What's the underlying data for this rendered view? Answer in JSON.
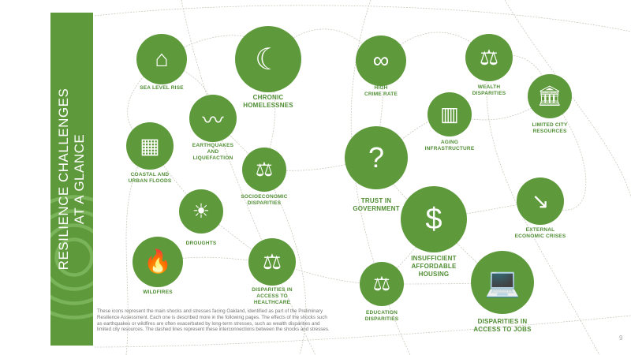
{
  "title_line1": "RESILIENCE CHALLENGES",
  "title_line2": "AT A GLANCE",
  "accent_color": "#5e9a3b",
  "nodes": [
    {
      "id": "sea-level-rise",
      "label": "SEA LEVEL RISE",
      "icon": "flooded-house-icon"
    },
    {
      "id": "chronic-homelessness",
      "label": "CHRONIC\nHOMELESSNES",
      "icon": "sleeping-person-icon"
    },
    {
      "id": "high-crime-rate",
      "label": "HIGH\nCRIME RATE",
      "icon": "handcuffs-icon"
    },
    {
      "id": "wealth-disparities",
      "label": "WEALTH\nDISPARITIES",
      "icon": "scale-money-icon"
    },
    {
      "id": "limited-city-resources",
      "label": "LIMITED CITY\nRESOURCES",
      "icon": "city-hall-dollar-icon"
    },
    {
      "id": "earthquakes",
      "label": "EARTHQUAKES\nAND\nLIQUEFACTION",
      "icon": "seismograph-icon"
    },
    {
      "id": "aging-infrastructure",
      "label": "AGING\nINFRASTRUCTURE",
      "icon": "buildings-clock-icon"
    },
    {
      "id": "coastal-floods",
      "label": "COASTAL AND\nURBAN FLOODS",
      "icon": "flooded-building-icon"
    },
    {
      "id": "socioeconomic-disparities",
      "label": "SOCIOECONOMIC\nDISPARITIES",
      "icon": "scale-icon"
    },
    {
      "id": "trust-in-government",
      "label": "TRUST IN\nGOVERNMENT",
      "icon": "capitol-question-icon"
    },
    {
      "id": "external-economic-crises",
      "label": "EXTERNAL\nECONOMIC CRISES",
      "icon": "falling-chart-icon"
    },
    {
      "id": "droughts",
      "label": "DROUGHTS",
      "icon": "sun-dead-tree-icon"
    },
    {
      "id": "insufficient-housing",
      "label": "INSUFFICIENT\nAFFORDABLE\nHOUSING",
      "icon": "house-dollar-icon"
    },
    {
      "id": "wildfires",
      "label": "WILDFIRES",
      "icon": "flame-icon"
    },
    {
      "id": "healthcare-disparities",
      "label": "DISPARITIES IN\nACCESS TO\nHEALTHCARE",
      "icon": "scale-medical-icon"
    },
    {
      "id": "education-disparities",
      "label": "EDUCATION\nDISPARITIES",
      "icon": "scale-books-icon"
    },
    {
      "id": "jobs-disparities",
      "label": "DISPARITIES IN\nACCESS TO JOBS",
      "icon": "person-computer-icon"
    }
  ],
  "note": "These icons represent the main shocks and stresses facing Oakland, identified as part of the Preliminary Resilience Assessment. Each one is described more in the following pages. The effects of the shocks such as earthquakes or wildfires are often exacerbated by long-term stresses, such as wealth disparities and limited city resources. The dashed lines represent these interconnections between the shocks and stresses.",
  "page_number": "9"
}
